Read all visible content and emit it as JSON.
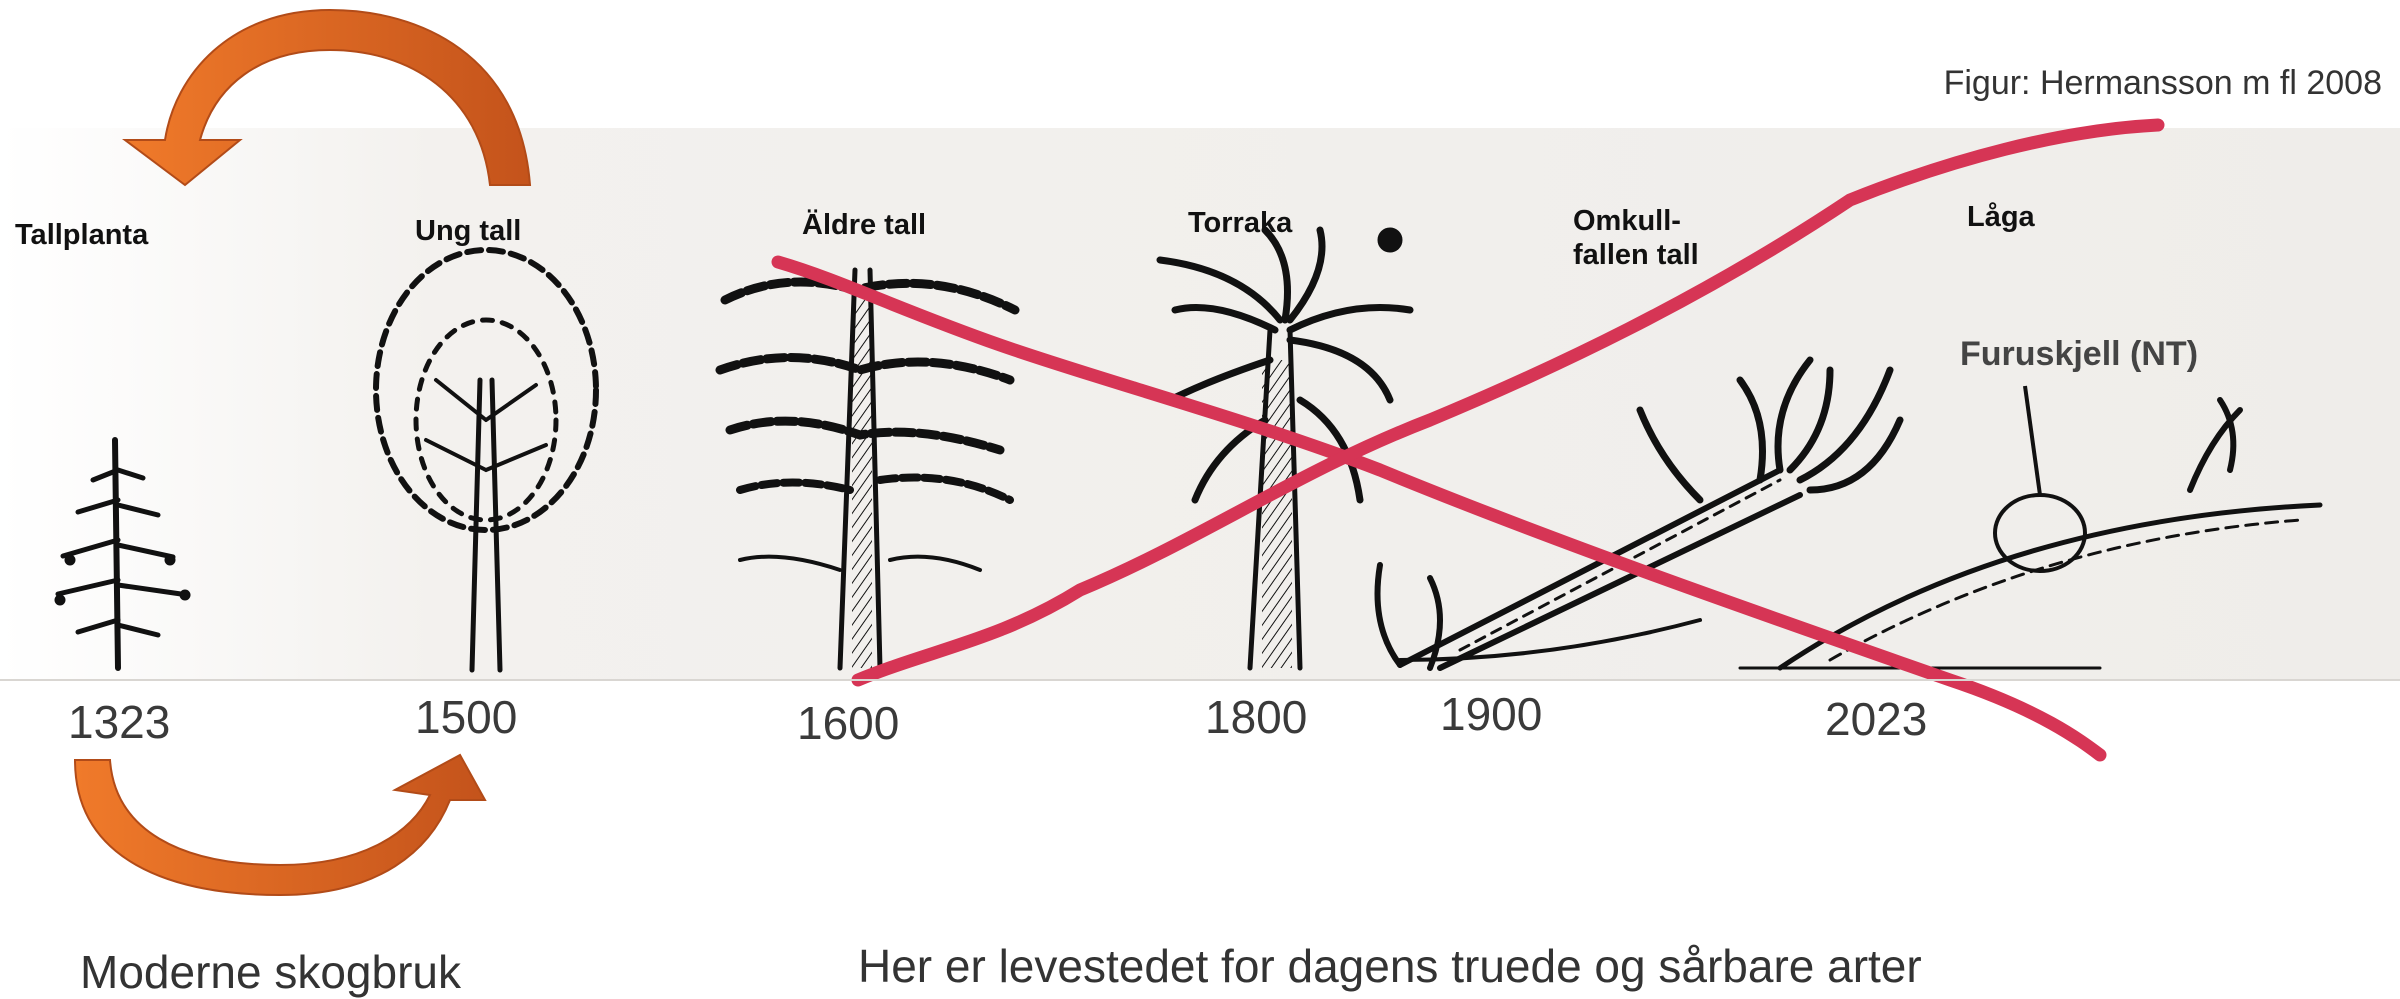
{
  "source": "Figur: Hermansson m fl 2008",
  "stages": [
    {
      "label": "Tallplanta"
    },
    {
      "label": "Ung tall"
    },
    {
      "label": "Äldre tall"
    },
    {
      "label": "Torraka"
    },
    {
      "label": "Omkull-\nfallen tall"
    },
    {
      "label": "Låga"
    }
  ],
  "annotation": "Furuskjell (NT)",
  "years": [
    "1323",
    "1500",
    "1600",
    "1800",
    "1900",
    "2023"
  ],
  "captions": {
    "left": "Moderne skogbruk",
    "right": "Her er levestedet for dagens truede og sårbare arter"
  },
  "colors": {
    "arrow": "#e0611f",
    "cross": "#d63555",
    "ink": "#111111"
  }
}
